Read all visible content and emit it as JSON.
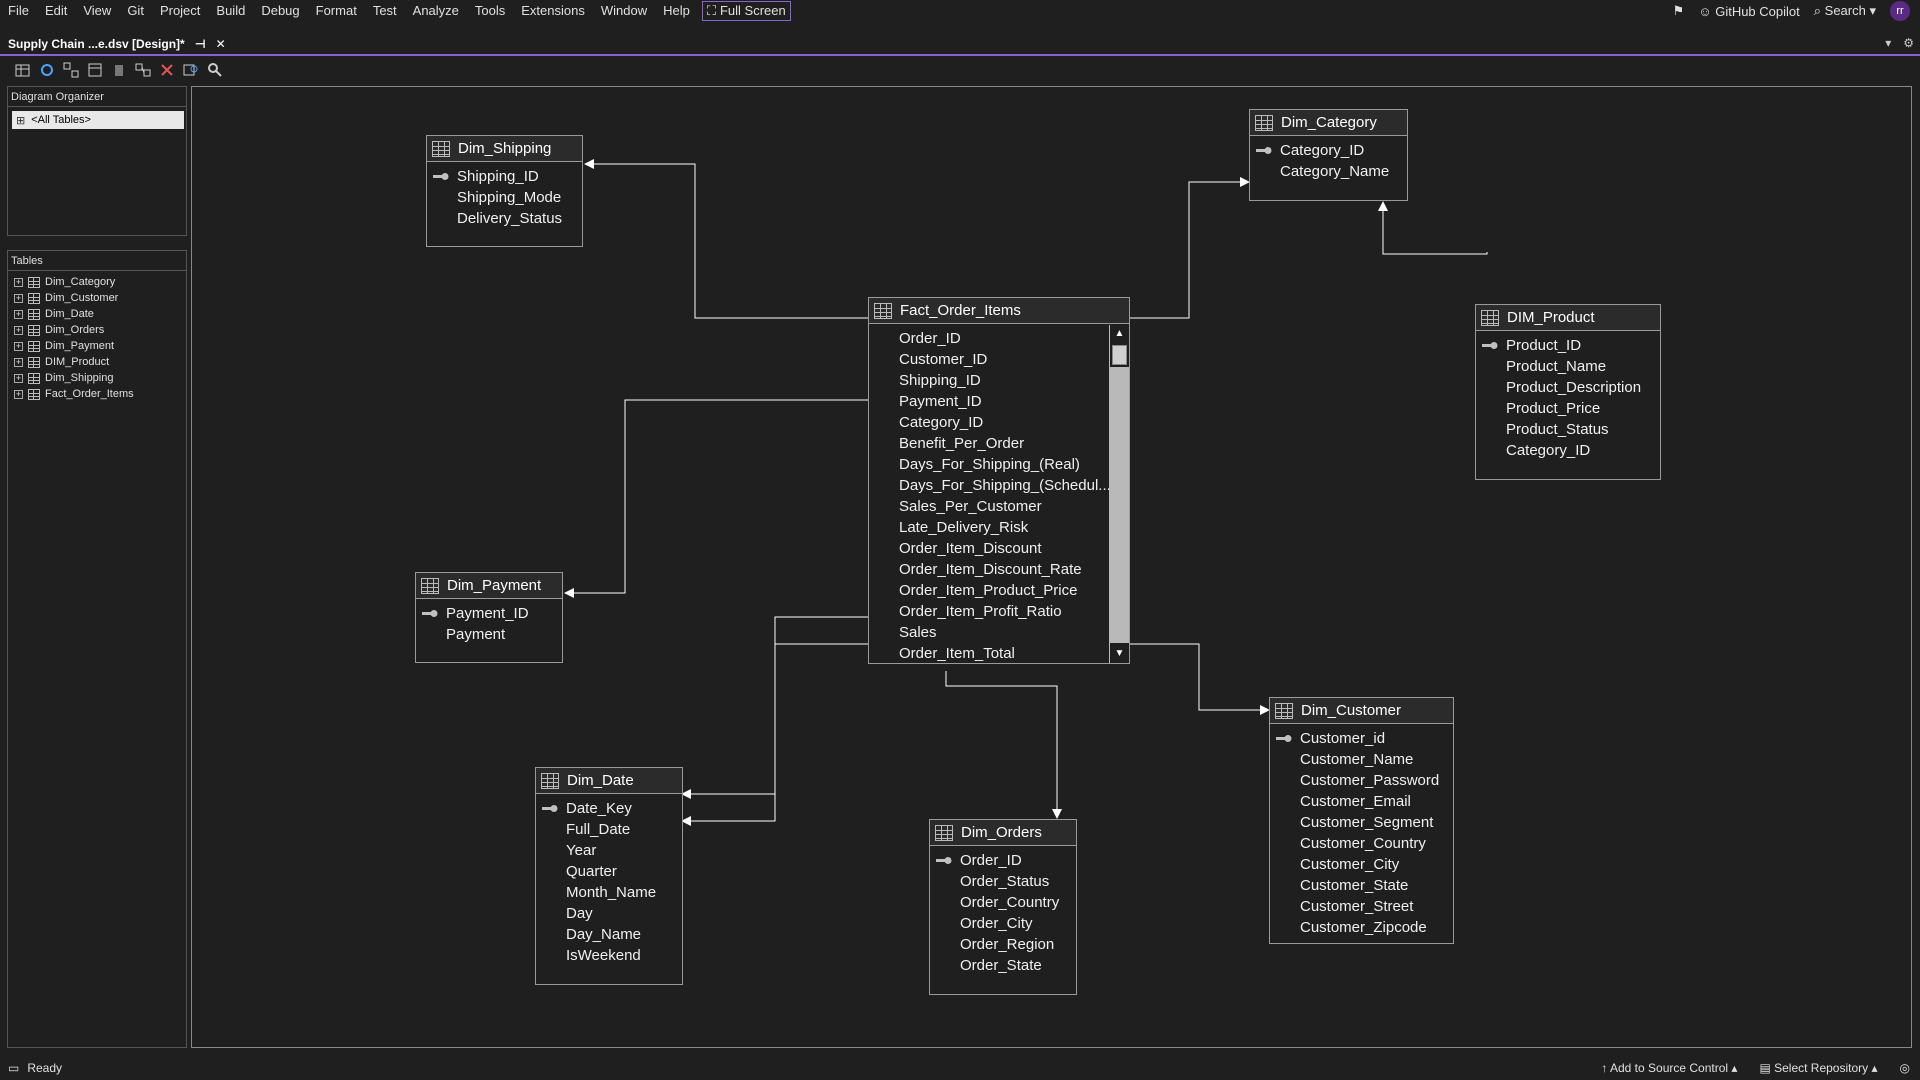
{
  "menu": {
    "items": [
      "File",
      "Edit",
      "View",
      "Git",
      "Project",
      "Build",
      "Debug",
      "Format",
      "Test",
      "Analyze",
      "Tools",
      "Extensions",
      "Window",
      "Help"
    ],
    "fullscreen": "Full Screen",
    "copilot": "GitHub Copilot",
    "search": "Search",
    "avatar": "rr"
  },
  "tab": {
    "title": "Supply Chain ...e.dsv [Design]*"
  },
  "organizer": {
    "title": "Diagram Organizer",
    "selected": "<All Tables>"
  },
  "tables_panel": {
    "title": "Tables",
    "items": [
      "Dim_Category",
      "Dim_Customer",
      "Dim_Date",
      "Dim_Orders",
      "Dim_Payment",
      "DIM_Product",
      "Dim_Shipping",
      "Fact_Order_Items"
    ]
  },
  "diagram": {
    "shipping": {
      "title": "Dim_Shipping",
      "columns": [
        "Shipping_ID",
        "Shipping_Mode",
        "Delivery_Status"
      ]
    },
    "category": {
      "title": "Dim_Category",
      "columns": [
        "Category_ID",
        "Category_Name"
      ]
    },
    "fact": {
      "title": "Fact_Order_Items",
      "columns": [
        "Order_ID",
        "Customer_ID",
        "Shipping_ID",
        "Payment_ID",
        "Category_ID",
        "Benefit_Per_Order",
        "Days_For_Shipping_(Real)",
        "Days_For_Shipping_(Schedul...",
        "Sales_Per_Customer",
        "Late_Delivery_Risk",
        "Order_Item_Discount",
        "Order_Item_Discount_Rate",
        "Order_Item_Product_Price",
        "Order_Item_Profit_Ratio",
        "Sales",
        "Order_Item_Total"
      ]
    },
    "product": {
      "title": "DIM_Product",
      "columns": [
        "Product_ID",
        "Product_Name",
        "Product_Description",
        "Product_Price",
        "Product_Status",
        "Category_ID"
      ]
    },
    "payment": {
      "title": "Dim_Payment",
      "columns": [
        "Payment_ID",
        "Payment"
      ]
    },
    "customer": {
      "title": "Dim_Customer",
      "columns": [
        "Customer_id",
        "Customer_Name",
        "Customer_Password",
        "Customer_Email",
        "Customer_Segment",
        "Customer_Country",
        "Customer_City",
        "Customer_State",
        "Customer_Street",
        "Customer_Zipcode"
      ]
    },
    "date": {
      "title": "Dim_Date",
      "columns": [
        "Date_Key",
        "Full_Date",
        "Year",
        "Quarter",
        "Month_Name",
        "Day",
        "Day_Name",
        "IsWeekend"
      ]
    },
    "orders": {
      "title": "Dim_Orders",
      "columns": [
        "Order_ID",
        "Order_Status",
        "Order_Country",
        "Order_City",
        "Order_Region",
        "Order_State"
      ]
    }
  },
  "status": {
    "ready": "Ready",
    "source_control": "Add to Source Control",
    "repository": "Select Repository"
  },
  "colors": {
    "accent": "#8a63d2",
    "background": "#1f1f1f",
    "line": "#ffffff"
  }
}
